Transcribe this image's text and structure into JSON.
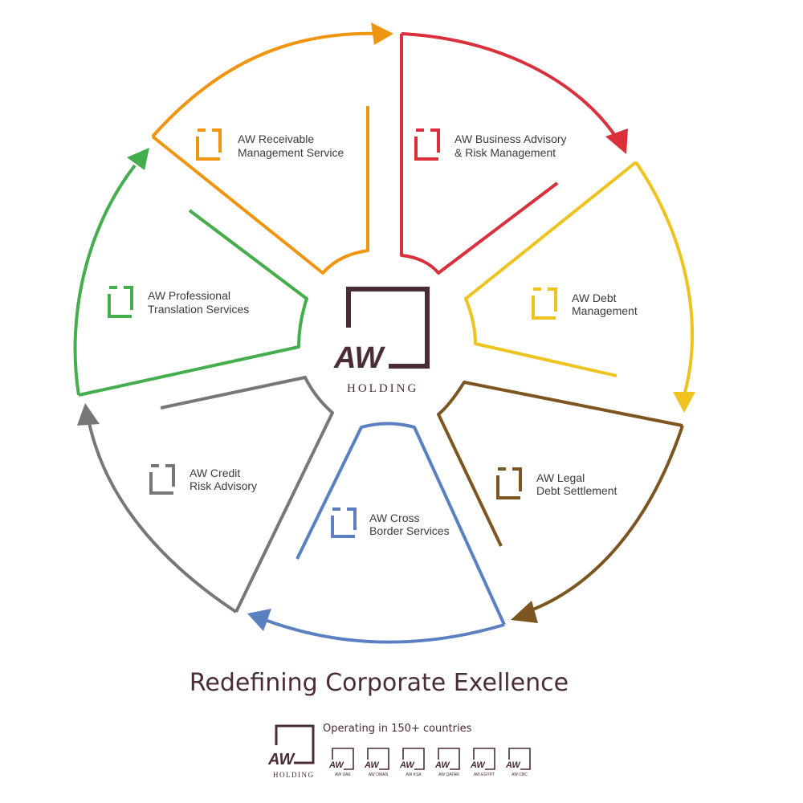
{
  "colors": {
    "brand": "#4a2c33",
    "orange": "#f0950f",
    "red": "#d9303b",
    "yellow": "#eec31e",
    "brown": "#7d5520",
    "blue": "#5b80c1",
    "gray": "#777777",
    "green": "#44ad4c"
  },
  "center": {
    "logo_text": "AW",
    "word": "HOLDING"
  },
  "services": [
    {
      "line1": "AW Receivable",
      "line2": "Management Service",
      "color": "#f0950f"
    },
    {
      "line1": "AW Business Advisory",
      "line2": "& Risk Management",
      "color": "#d9303b"
    },
    {
      "line1": "AW Debt",
      "line2": "Management",
      "color": "#eec31e"
    },
    {
      "line1": "AW Legal",
      "line2": "Debt Settlement",
      "color": "#7d5520"
    },
    {
      "line1": "AW Cross",
      "line2": "Border Services",
      "color": "#5b80c1"
    },
    {
      "line1": "AW Credit",
      "line2": "Risk Advisory",
      "color": "#777777"
    },
    {
      "line1": "AW Professional",
      "line2": "Translation Services",
      "color": "#44ad4c"
    }
  ],
  "tagline": "Redefining Corporate Exellence",
  "footer": {
    "logo_text": "AW",
    "word": "HOLDING",
    "operating": "Operating in 150+ countries",
    "subsidiaries": [
      "AW UAE",
      "AW OMAN",
      "AW KSA",
      "AW QATAR",
      "AW EGYPT",
      "AW CBC"
    ]
  }
}
